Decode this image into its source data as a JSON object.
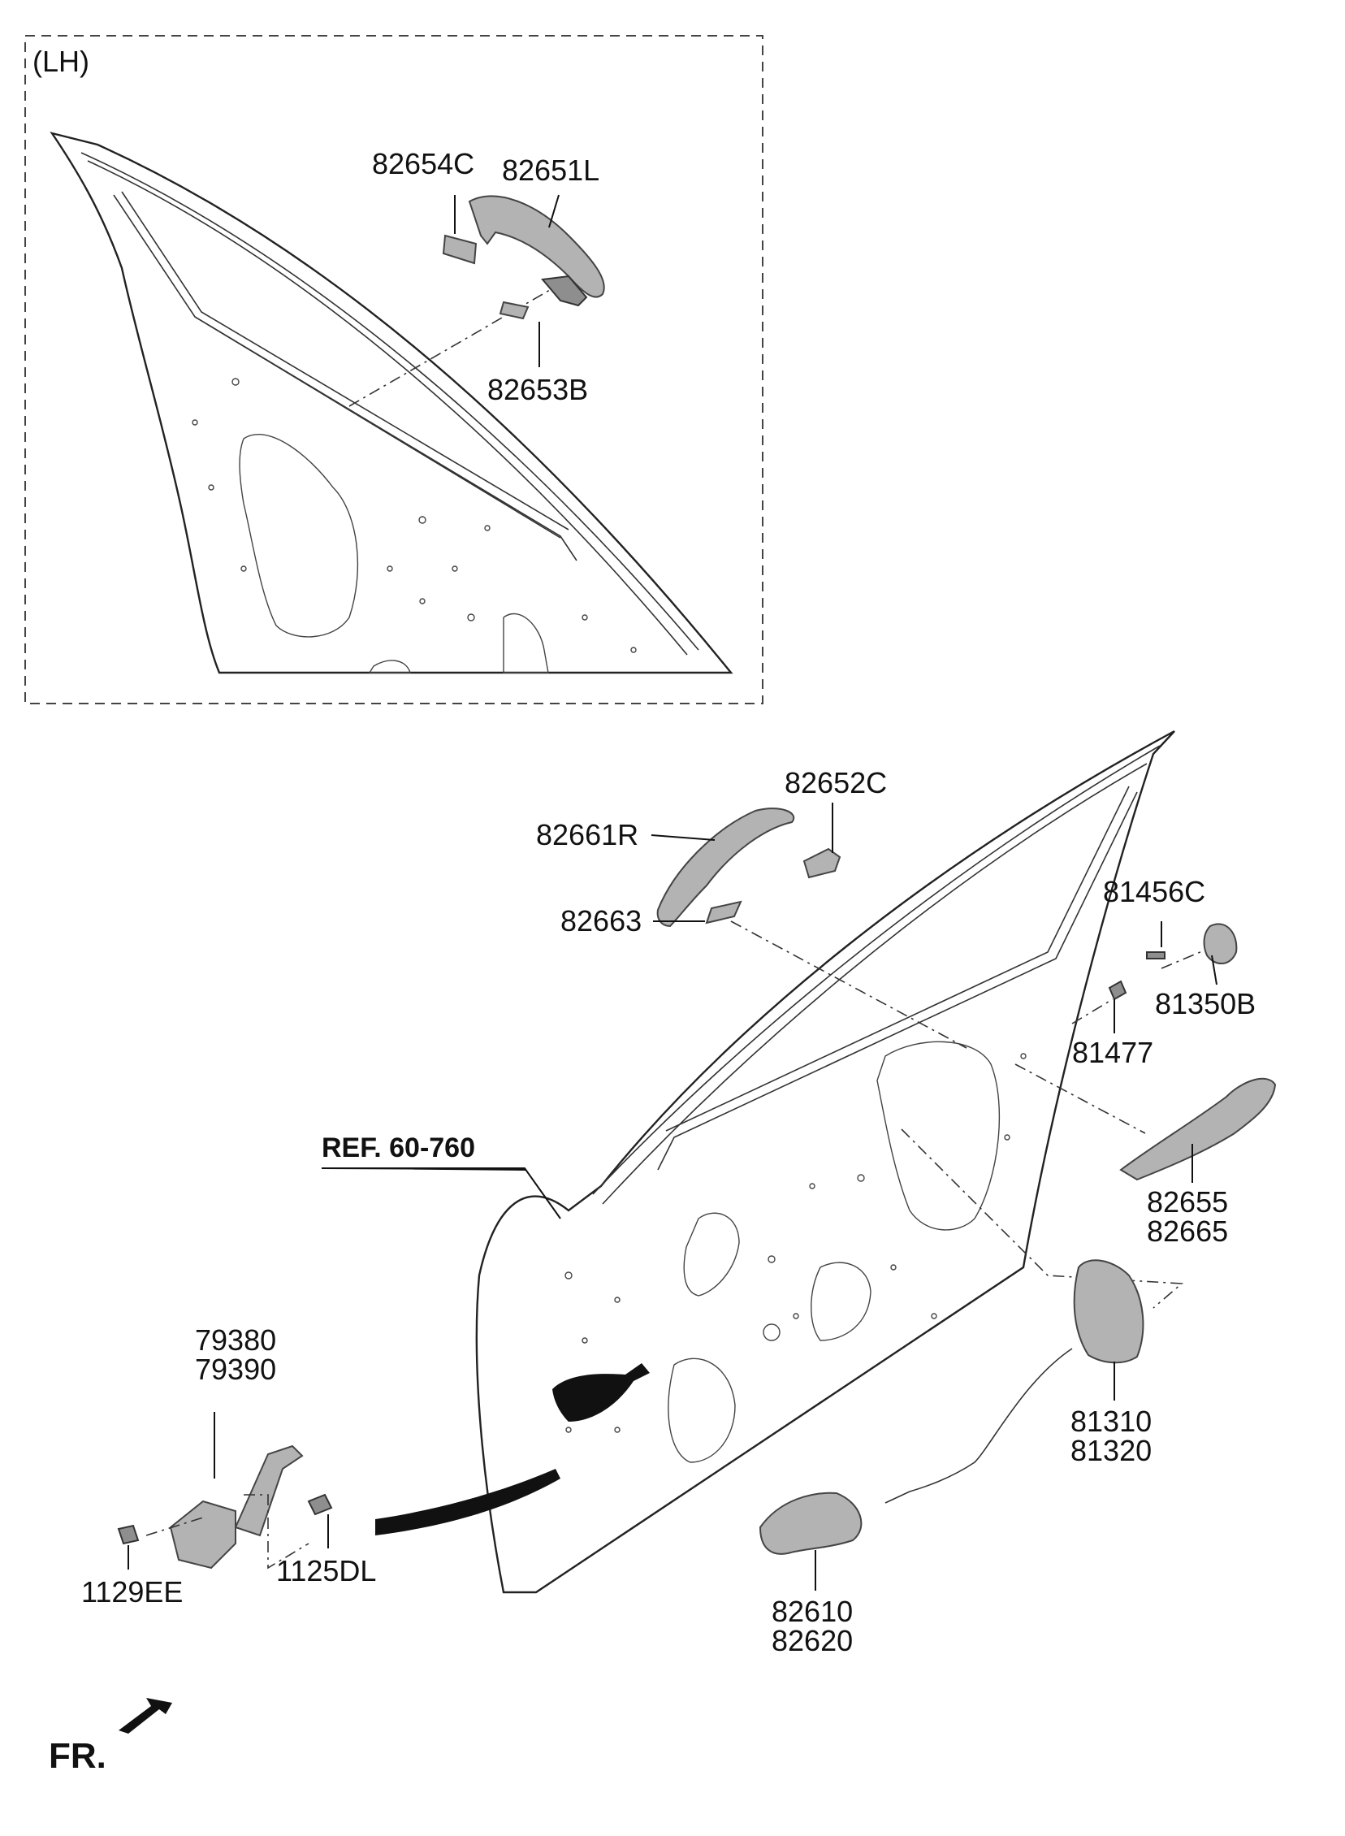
{
  "diagram": {
    "inset_label": "(LH)",
    "ref_label": "REF. 60-760",
    "front_label": "FR.",
    "callouts": {
      "c82654C": "82654C",
      "c82651L": "82651L",
      "c82653B": "82653B",
      "c82652C": "82652C",
      "c82661R": "82661R",
      "c82663": "82663",
      "c81456C": "81456C",
      "c81350B": "81350B",
      "c81477": "81477",
      "c82655": "82655",
      "c82665": "82665",
      "c79380": "79380",
      "c79390": "79390",
      "c1129EE": "1129EE",
      "c1125DL": "1125DL",
      "c81310": "81310",
      "c81320": "81320",
      "c82610": "82610",
      "c82620": "82620"
    }
  }
}
